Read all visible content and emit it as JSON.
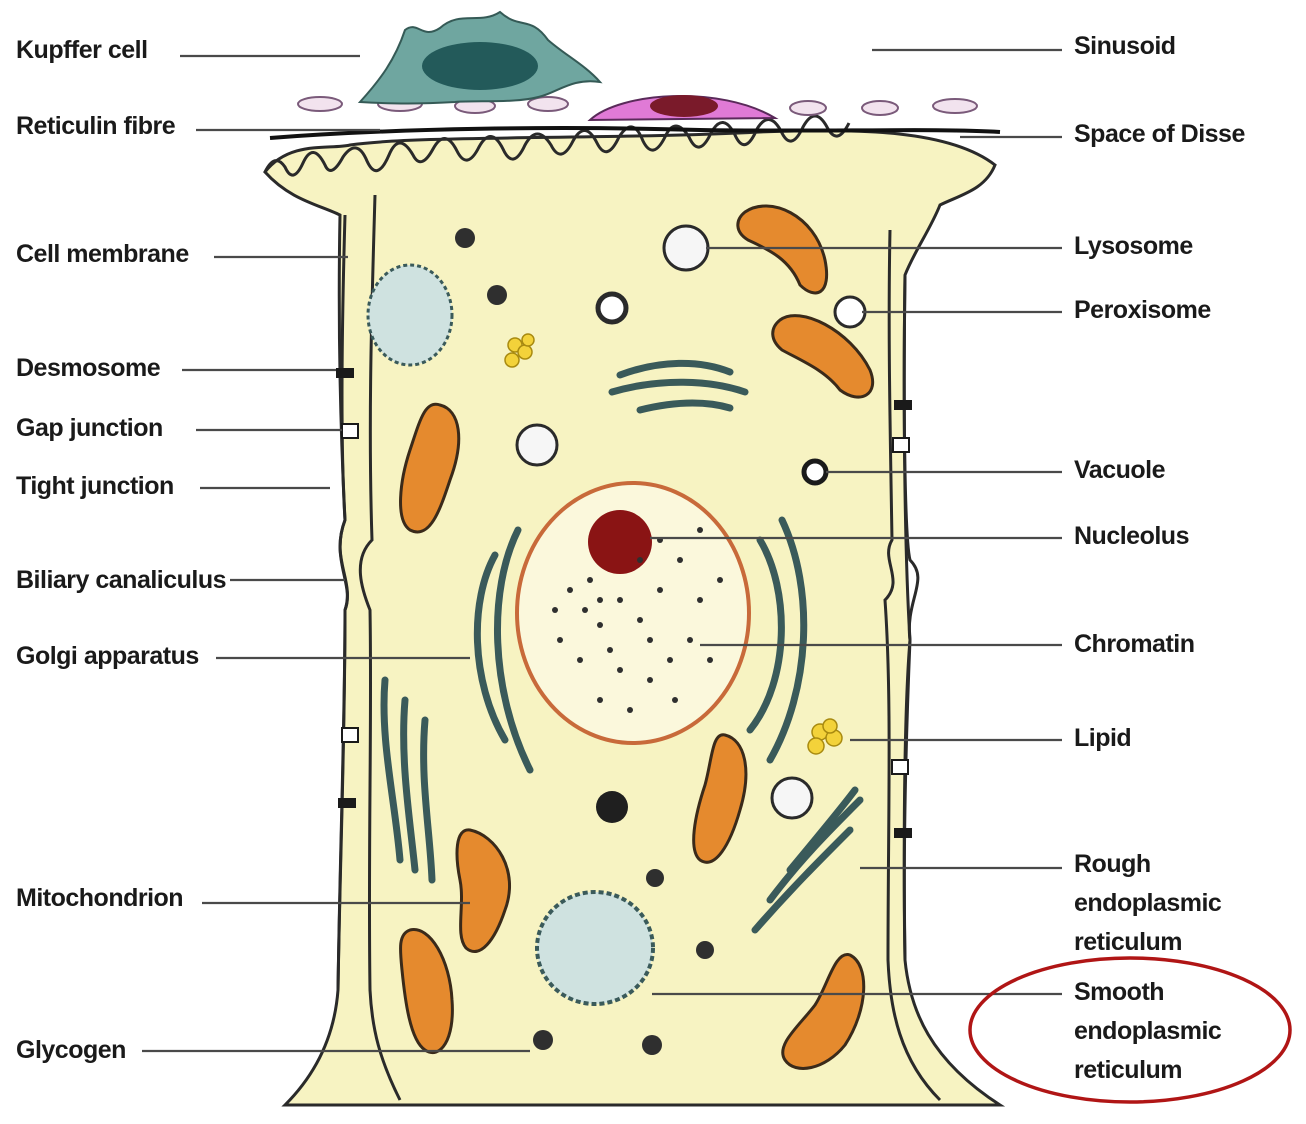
{
  "diagram": {
    "labels_left": [
      {
        "id": "kupffer",
        "text": "Kupffer cell"
      },
      {
        "id": "reticulin",
        "text": "Reticulin fibre"
      },
      {
        "id": "cell-membrane",
        "text": "Cell membrane"
      },
      {
        "id": "desmosome",
        "text": "Desmosome"
      },
      {
        "id": "gap-junction",
        "text": "Gap junction"
      },
      {
        "id": "tight-junction",
        "text": "Tight junction"
      },
      {
        "id": "biliary",
        "text": "Biliary canaliculus"
      },
      {
        "id": "golgi",
        "text": "Golgi apparatus"
      },
      {
        "id": "mitochondrion",
        "text": "Mitochondrion"
      },
      {
        "id": "glycogen",
        "text": "Glycogen"
      }
    ],
    "labels_right": [
      {
        "id": "sinusoid",
        "text": "Sinusoid"
      },
      {
        "id": "disse",
        "text": "Space of Disse"
      },
      {
        "id": "lysosome",
        "text": "Lysosome"
      },
      {
        "id": "peroxisome",
        "text": "Peroxisome"
      },
      {
        "id": "vacuole",
        "text": "Vacuole"
      },
      {
        "id": "nucleolus",
        "text": "Nucleolus"
      },
      {
        "id": "chromatin",
        "text": "Chromatin"
      },
      {
        "id": "lipid",
        "text": "Lipid"
      },
      {
        "id": "rough-er",
        "lines": [
          "Rough",
          "endoplasmic",
          "reticulum"
        ]
      },
      {
        "id": "smooth-er",
        "lines": [
          "Smooth",
          "endoplasmic",
          "reticulum"
        ]
      }
    ],
    "highlight": {
      "target": "smooth-er",
      "color": "#b01515"
    },
    "colors": {
      "cytoplasm": "#f7f3c2",
      "mitochondrion": "#e58a2e",
      "kupffer": "#6fa6a0",
      "nucleolus": "#8a1414",
      "lipid": "#f3d23a",
      "er": "#3a5a5a"
    }
  }
}
